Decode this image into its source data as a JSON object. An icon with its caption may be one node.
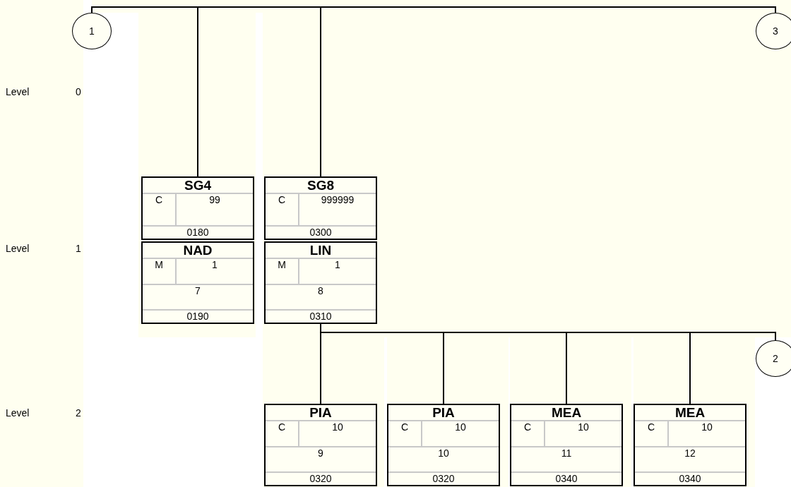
{
  "diagram": {
    "nodes": [
      {
        "text": [
          "1"
        ]
      },
      {
        "text": [
          "3"
        ]
      },
      {
        "text": [
          "SG4",
          "C",
          "99",
          "0180"
        ]
      },
      {
        "text": [
          "SG8",
          "C",
          "999999",
          "0300"
        ]
      },
      {
        "text": [
          "NAD",
          "M",
          "1",
          "7",
          "0190"
        ]
      },
      {
        "text": [
          "LIN",
          "M",
          "1",
          "8",
          "0310"
        ]
      },
      {
        "text": [
          "PIA",
          "C",
          "10",
          "9",
          "0320"
        ]
      },
      {
        "text": [
          "PIA",
          "C",
          "10",
          "10",
          "0320"
        ]
      },
      {
        "text": [
          "MEA",
          "C",
          "10",
          "11",
          "0340"
        ]
      },
      {
        "text": [
          "MEA",
          "C",
          "10",
          "12",
          "0340"
        ]
      },
      {
        "text": [
          "2"
        ]
      }
    ],
    "edges": [
      {
        "from": 0,
        "to": 2,
        "arrow": "none"
      },
      {
        "from": 0,
        "to": 3,
        "arrow": "none"
      },
      {
        "from": 0,
        "to": 1,
        "arrow": "none"
      },
      {
        "from": 5,
        "to": 6,
        "arrow": "none"
      },
      {
        "from": 5,
        "to": 7,
        "arrow": "none"
      },
      {
        "from": 5,
        "to": 8,
        "arrow": "none"
      },
      {
        "from": 5,
        "to": 9,
        "arrow": "none"
      },
      {
        "from": 5,
        "to": 10,
        "arrow": "none"
      }
    ],
    "labels": [
      "Level",
      "0",
      "Level",
      "1",
      "Level",
      "2"
    ]
  }
}
